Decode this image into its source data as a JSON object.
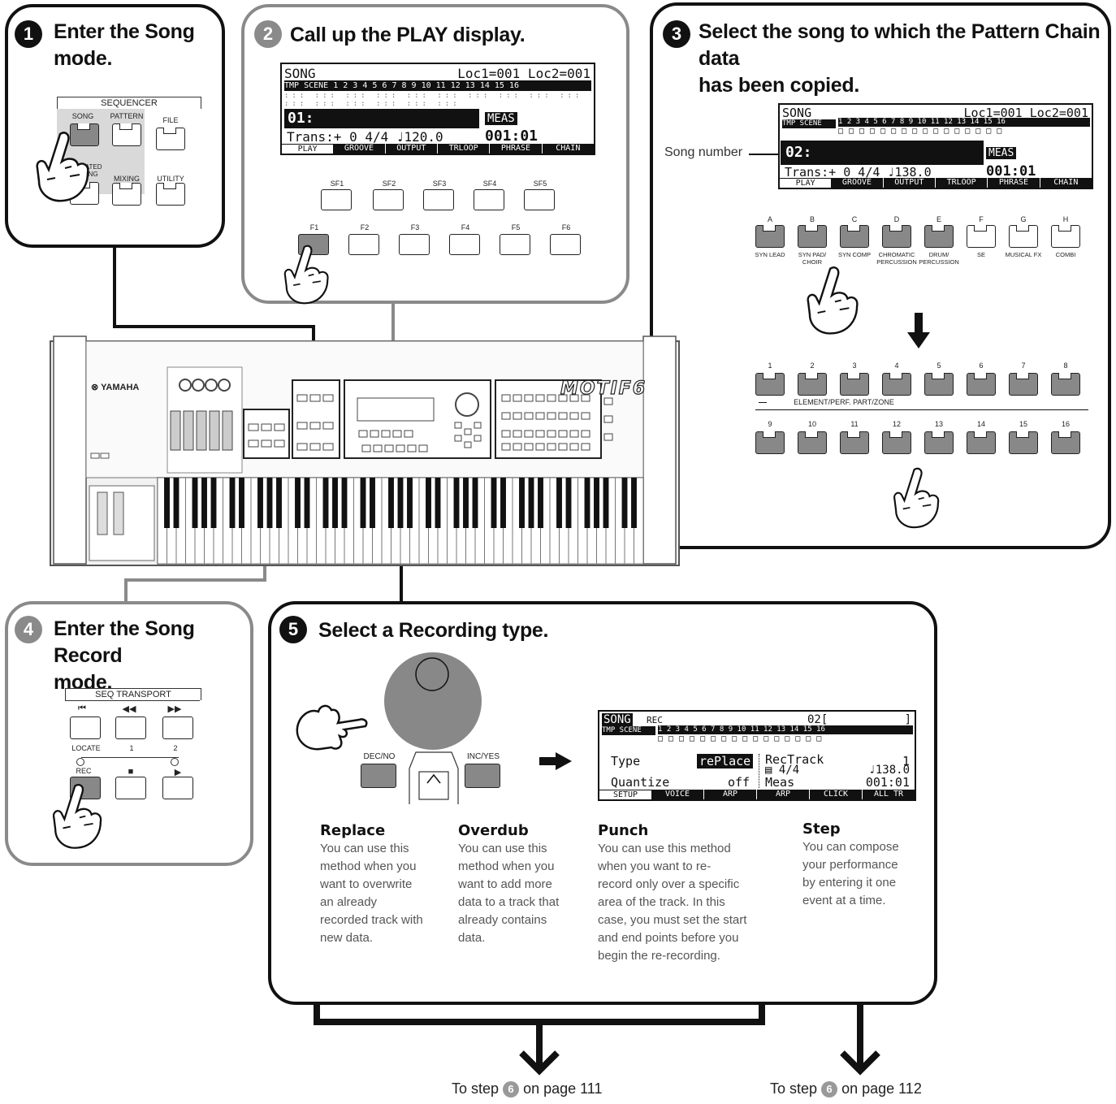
{
  "step1": {
    "num": "1",
    "title_l1": "Enter the Song",
    "title_l2": "mode.",
    "panel_title": "SEQUENCER",
    "buttons": [
      "SONG",
      "PATTERN",
      "FILE",
      "INTEGRATED SAMPLING",
      "MIXING",
      "UTILITY"
    ]
  },
  "step2": {
    "num": "2",
    "title": "Call up the PLAY display.",
    "lcd": {
      "top_left": "SONG",
      "top_right": "Loc1=001 Loc2=001",
      "track_hdr": "TMP SCENE 1  2  3  4 5  6  7  8 9 10 11 12 13 14 15 16",
      "song": "01:",
      "meas_label": "MEAS",
      "trans": "Trans:+ 0  4/4  ♩120.0",
      "meas_val": "001:01",
      "tabs": [
        "PLAY",
        "GROOVE",
        "OUTPUT",
        "TRLOOP",
        "PHRASE",
        "CHAIN"
      ]
    },
    "sf": [
      "SF1",
      "SF2",
      "SF3",
      "SF4",
      "SF5"
    ],
    "f": [
      "F1",
      "F2",
      "F3",
      "F4",
      "F5",
      "F6"
    ]
  },
  "step3": {
    "num": "3",
    "title_l1": "Select the song to which the Pattern Chain data",
    "title_l2": "has been copied.",
    "song_number_label": "Song number",
    "lcd": {
      "top_left": "SONG",
      "top_right": "Loc1=001 Loc2=001",
      "song": "02:",
      "meas_label": "MEAS",
      "trans": "Trans:+ 0  4/4  ♩138.0",
      "meas_val": "001:01",
      "tabs": [
        "PLAY",
        "GROOVE",
        "OUTPUT",
        "TRLOOP",
        "PHRASE",
        "CHAIN"
      ]
    },
    "bank_letters": [
      "A",
      "B",
      "C",
      "D",
      "E",
      "F",
      "G",
      "H"
    ],
    "bank_names": [
      "SYN LEAD",
      "SYN PAD/ CHOIR",
      "SYN COMP",
      "CHROMATIC PERCUSSION",
      "DRUM/ PERCUSSION",
      "SE",
      "MUSICAL FX",
      "COMBI"
    ],
    "num_row1": [
      "1",
      "2",
      "3",
      "4",
      "5",
      "6",
      "7",
      "8"
    ],
    "num_row2": [
      "9",
      "10",
      "11",
      "12",
      "13",
      "14",
      "15",
      "16"
    ],
    "element_label": "ELEMENT/PERF. PART/ZONE"
  },
  "keyboard": {
    "brand": "YAMAHA",
    "model": "MOTIF6"
  },
  "step4": {
    "num": "4",
    "title_l1": "Enter the Song Record",
    "title_l2": "mode.",
    "panel_title": "SEQ  TRANSPORT",
    "locate": "LOCATE",
    "loc1": "1",
    "loc2": "2",
    "rec": "REC"
  },
  "step5": {
    "num": "5",
    "title": "Select a Recording type.",
    "dec": "DEC/NO",
    "inc": "INC/YES",
    "lcd": {
      "top_left": "SONG",
      "rec": "REC",
      "song": "02[",
      "type_label": "Type",
      "type_val": "rePlace",
      "rectrack_label": "RecTrack",
      "rectrack_val": "1",
      "meter": "4/4",
      "tempo": "♩138.0",
      "quant_label": "Quantize",
      "quant_val": "off",
      "meas_label": "Meas",
      "meas_val": "001:01",
      "tabs": [
        "SETUP",
        "VOICE",
        "ARP",
        "ARP",
        "CLICK",
        "ALL TR"
      ]
    },
    "types": [
      {
        "name": "Replace",
        "text": [
          "You can use this",
          "method when you",
          "want to overwrite",
          "an already",
          "recorded track with",
          "new data."
        ]
      },
      {
        "name": "Overdub",
        "text": [
          "You can use this",
          "method when you",
          "want to add more",
          "data to a track that",
          "already contains",
          "data."
        ]
      },
      {
        "name": "Punch",
        "text": [
          "You can use this method",
          "when you want to re-",
          "record only over a specific",
          "area of the track. In this",
          "case, you must set the start",
          "and end points before you",
          "begin the re-recording."
        ]
      },
      {
        "name": "Step",
        "text": [
          "You can compose",
          "your performance",
          "by entering it one",
          "event at a time."
        ]
      }
    ]
  },
  "footer": {
    "left_prefix": "To step ",
    "left_step": "6",
    "left_suffix": "on page 111",
    "right_prefix": "To step ",
    "right_step": "6",
    "right_suffix": "on page 112"
  }
}
